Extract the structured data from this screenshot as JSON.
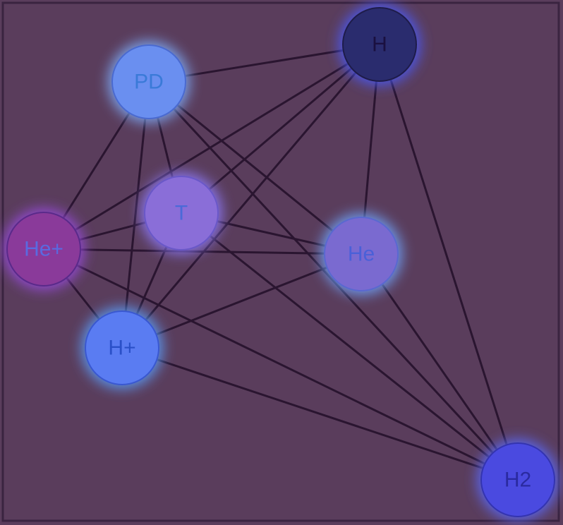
{
  "graph": {
    "background": "#5a3d5c",
    "frame_color": "#3a2440",
    "edge_color": "#2a1530",
    "nodes": [
      {
        "id": "H",
        "label": "H",
        "fill": "#2a2c6e",
        "glow": "#4a5cff",
        "text_color": "#1a1040",
        "stroke": "#1e1c4a"
      },
      {
        "id": "PD",
        "label": "PD",
        "fill": "#6a8ff0",
        "glow": "#7fb0ff",
        "text_color": "#3a7ad8",
        "stroke": "#4a6ad0"
      },
      {
        "id": "T",
        "label": "T",
        "fill": "#8a6ed8",
        "glow": "#8f7cff",
        "text_color": "#4a6ad8",
        "stroke": "#6a58c8"
      },
      {
        "id": "He+",
        "label": "He+",
        "fill": "#8a3a9a",
        "glow": "#9a4ce0",
        "text_color": "#5a6ae0",
        "stroke": "#5a2a8a"
      },
      {
        "id": "He",
        "label": "He",
        "fill": "#7a6ad0",
        "glow": "#6fa6ff",
        "text_color": "#4a60d8",
        "stroke": "#5a68d0"
      },
      {
        "id": "H+",
        "label": "H+",
        "fill": "#5a7cf2",
        "glow": "#5aa0ff",
        "text_color": "#2a50c8",
        "stroke": "#3a58d0"
      },
      {
        "id": "H2",
        "label": "H2",
        "fill": "#4a4ae0",
        "glow": "#5a6aff",
        "text_color": "#2a2aa0",
        "stroke": "#3434b0"
      }
    ],
    "edges": [
      [
        "H",
        "PD"
      ],
      [
        "H",
        "T"
      ],
      [
        "H",
        "He+"
      ],
      [
        "H",
        "H+"
      ],
      [
        "H",
        "He"
      ],
      [
        "H",
        "H2"
      ],
      [
        "PD",
        "T"
      ],
      [
        "PD",
        "He+"
      ],
      [
        "PD",
        "H+"
      ],
      [
        "PD",
        "He"
      ],
      [
        "PD",
        "H2"
      ],
      [
        "T",
        "He+"
      ],
      [
        "T",
        "He"
      ],
      [
        "T",
        "H+"
      ],
      [
        "T",
        "H2"
      ],
      [
        "He+",
        "He"
      ],
      [
        "He+",
        "H+"
      ],
      [
        "He+",
        "H2"
      ],
      [
        "He",
        "H+"
      ],
      [
        "He",
        "H2"
      ],
      [
        "H+",
        "H2"
      ]
    ]
  }
}
